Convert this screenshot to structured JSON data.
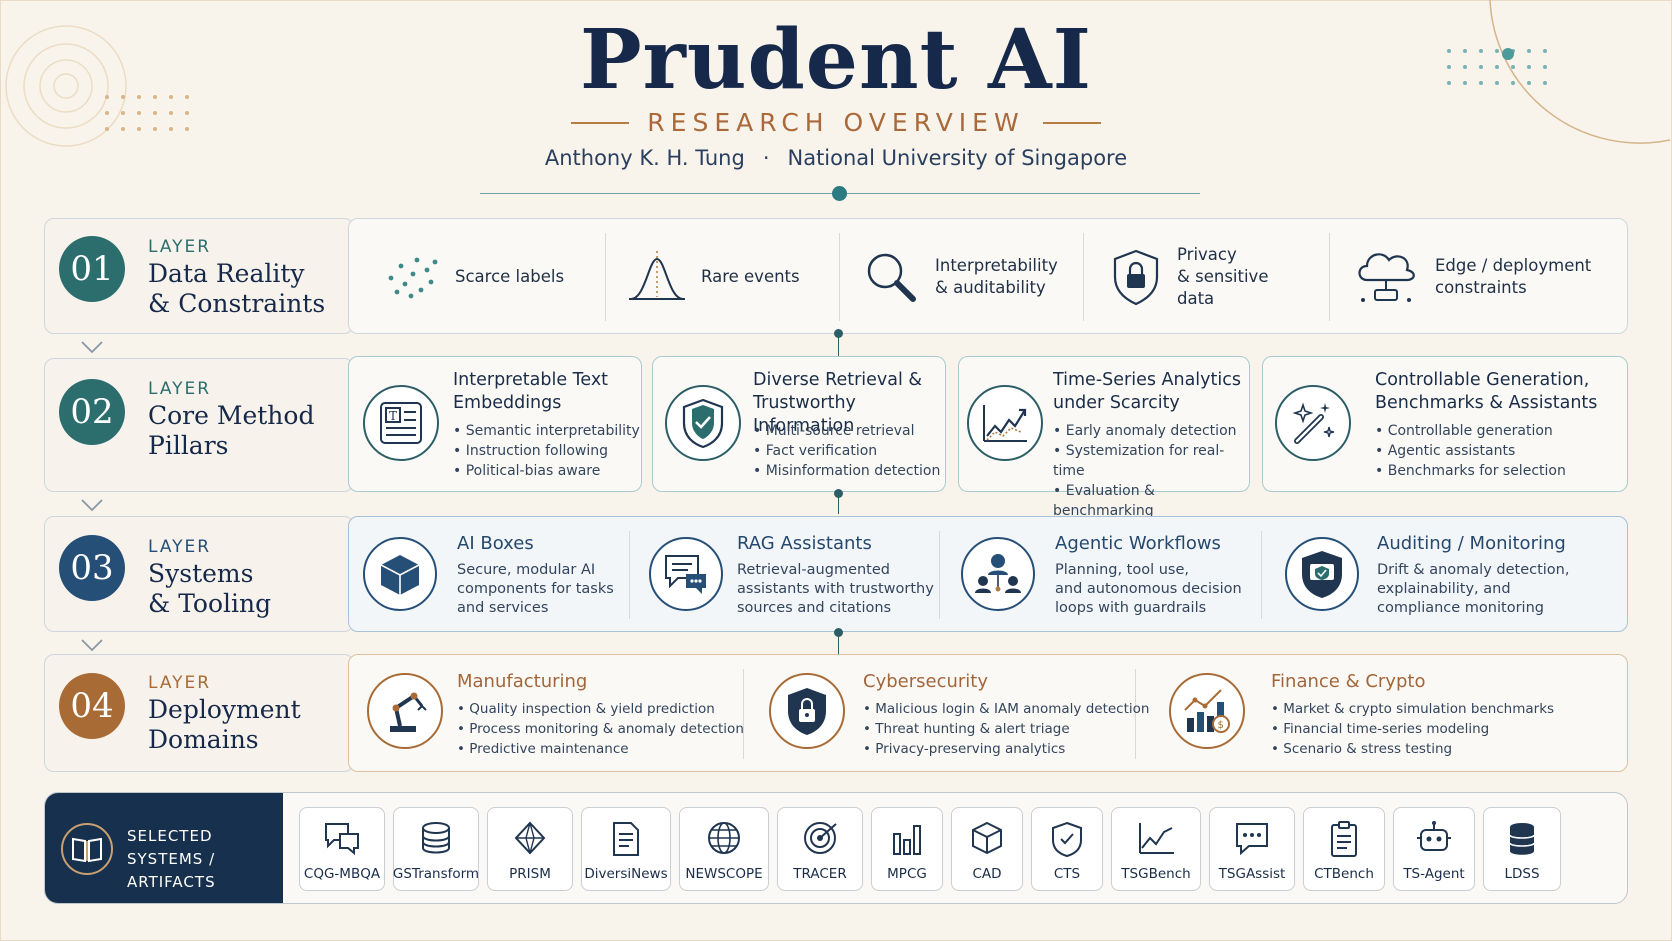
{
  "header": {
    "title": "Prudent AI",
    "subtitle": "RESEARCH OVERVIEW",
    "author": "Anthony K. H. Tung",
    "separator": "·",
    "institution": "National University of Singapore"
  },
  "layer_word": "LAYER",
  "layers": [
    {
      "number": "01",
      "name_line1": "Data Reality",
      "name_line2": "& Constraints",
      "color": "#2c6e6e"
    },
    {
      "number": "02",
      "name_line1": "Core Method",
      "name_line2": "Pillars",
      "color": "#2c6e6e"
    },
    {
      "number": "03",
      "name_line1": "Systems",
      "name_line2": "& Tooling",
      "color": "#264f78"
    },
    {
      "number": "04",
      "name_line1": "Deployment",
      "name_line2": "Domains",
      "color": "#a86b35"
    }
  ],
  "constraints": [
    {
      "label": "Scarce labels",
      "icon": "scatter-dots-icon"
    },
    {
      "label": "Rare events",
      "icon": "bell-curve-icon"
    },
    {
      "label_line1": "Interpretability",
      "label_line2": "& auditability",
      "icon": "magnifier-icon"
    },
    {
      "label_line1": "Privacy",
      "label_line2": "& sensitive",
      "label_line3": "data",
      "icon": "shield-lock-icon"
    },
    {
      "label_line1": "Edge / deployment",
      "label_line2": "constraints",
      "icon": "cloud-device-icon"
    }
  ],
  "pillars": [
    {
      "title_line1": "Interpretable Text",
      "title_line2": "Embeddings",
      "bullets": [
        "Semantic interpretability",
        "Instruction following",
        "Political-bias aware"
      ],
      "icon": "text-document-icon"
    },
    {
      "title_line1": "Diverse Retrieval &",
      "title_line2": "Trustworthy Information",
      "bullets": [
        "Multi-source retrieval",
        "Fact verification",
        "Misinformation detection"
      ],
      "icon": "shield-check-icon"
    },
    {
      "title_line1": "Time-Series Analytics",
      "title_line2": "under Scarcity",
      "bullets": [
        "Early anomaly detection",
        "Systemization for real-time",
        "Evaluation & benchmarking"
      ],
      "icon": "trend-chart-icon"
    },
    {
      "title_line1": "Controllable Generation,",
      "title_line2": "Benchmarks & Assistants",
      "bullets": [
        "Controllable generation",
        "Agentic assistants",
        "Benchmarks for selection"
      ],
      "icon": "magic-wand-icon"
    }
  ],
  "systems": [
    {
      "title": "AI Boxes",
      "desc_line1": "Secure, modular AI",
      "desc_line2": "components for tasks",
      "desc_line3": "and services",
      "icon": "cube-icon"
    },
    {
      "title": "RAG Assistants",
      "desc_line1": "Retrieval-augmented",
      "desc_line2": "assistants with trustworthy",
      "desc_line3": "sources and citations",
      "icon": "chat-icon"
    },
    {
      "title": "Agentic Workflows",
      "desc_line1": "Planning, tool use,",
      "desc_line2": "and autonomous decision",
      "desc_line3": "loops with guardrails",
      "icon": "agents-network-icon"
    },
    {
      "title": "Auditing / Monitoring",
      "desc_line1": "Drift & anomaly detection,",
      "desc_line2": "explainability, and",
      "desc_line3": "compliance monitoring",
      "icon": "shield-monitor-icon"
    }
  ],
  "domains": [
    {
      "title": "Manufacturing",
      "bullets": [
        "Quality inspection & yield prediction",
        "Process monitoring & anomaly detection",
        "Predictive maintenance"
      ],
      "icon": "robot-arm-icon"
    },
    {
      "title": "Cybersecurity",
      "bullets": [
        "Malicious login & IAM anomaly detection",
        "Threat hunting & alert triage",
        "Privacy-preserving analytics"
      ],
      "icon": "shield-lock-icon"
    },
    {
      "title": "Finance & Crypto",
      "bullets": [
        "Market & crypto simulation benchmarks",
        "Financial time-series modeling",
        "Scenario & stress testing"
      ],
      "icon": "finance-chart-icon"
    }
  ],
  "artifacts_band": {
    "label_line1": "SELECTED SYSTEMS /",
    "label_line2": "ARTIFACTS",
    "items": [
      {
        "name": "CQG-MBQA",
        "icon": "chat-bubbles-icon"
      },
      {
        "name": "GSTransform",
        "icon": "database-icon"
      },
      {
        "name": "PRISM",
        "icon": "prism-icon"
      },
      {
        "name": "DiversiNews",
        "icon": "document-icon"
      },
      {
        "name": "NEWSCOPE",
        "icon": "globe-icon"
      },
      {
        "name": "TRACER",
        "icon": "target-icon"
      },
      {
        "name": "MPCG",
        "icon": "bar-chart-icon"
      },
      {
        "name": "CAD",
        "icon": "cube-icon"
      },
      {
        "name": "CTS",
        "icon": "shield-check-icon"
      },
      {
        "name": "TSGBench",
        "icon": "line-chart-icon"
      },
      {
        "name": "TSGAssist",
        "icon": "chat-dots-icon"
      },
      {
        "name": "CTBench",
        "icon": "clipboard-icon"
      },
      {
        "name": "TS-Agent",
        "icon": "robot-icon"
      },
      {
        "name": "LDSS",
        "icon": "server-stack-icon"
      }
    ]
  },
  "colors": {
    "teal": "#2c6e6e",
    "navy": "#17304d",
    "blue": "#264f78",
    "bronze": "#a86b35",
    "background": "#f8f4ec"
  }
}
